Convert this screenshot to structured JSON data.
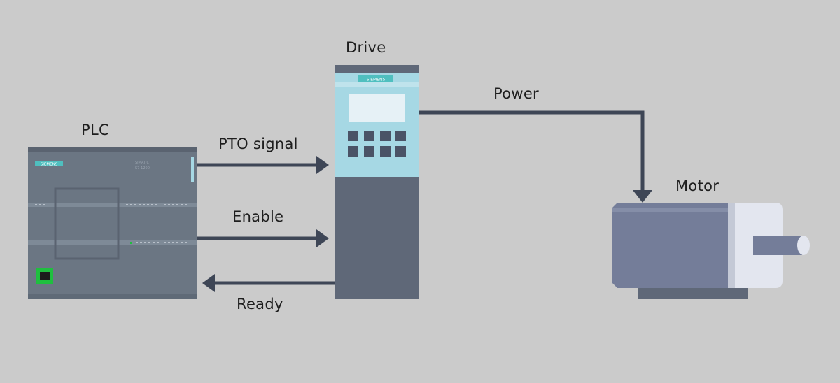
{
  "labels": {
    "plc": "PLC",
    "drive": "Drive",
    "motor": "Motor",
    "power": "Power",
    "pto_signal": "PTO signal",
    "enable": "Enable",
    "ready": "Ready"
  },
  "devices": {
    "plc_brand": "SIEMENS",
    "plc_model_line1": "SIMATIC",
    "plc_model_line2": "S7-1200",
    "drive_brand": "SIEMENS"
  },
  "colors": {
    "background": "#cbcbcb",
    "line": "#3e4656",
    "plc_body": "#6b7683",
    "drive_upper": "#a6d8e4",
    "drive_lower": "#5f6878",
    "motor_body": "#747d99",
    "accent_teal": "#4fbfbf",
    "status_green": "#1fbf3f"
  }
}
